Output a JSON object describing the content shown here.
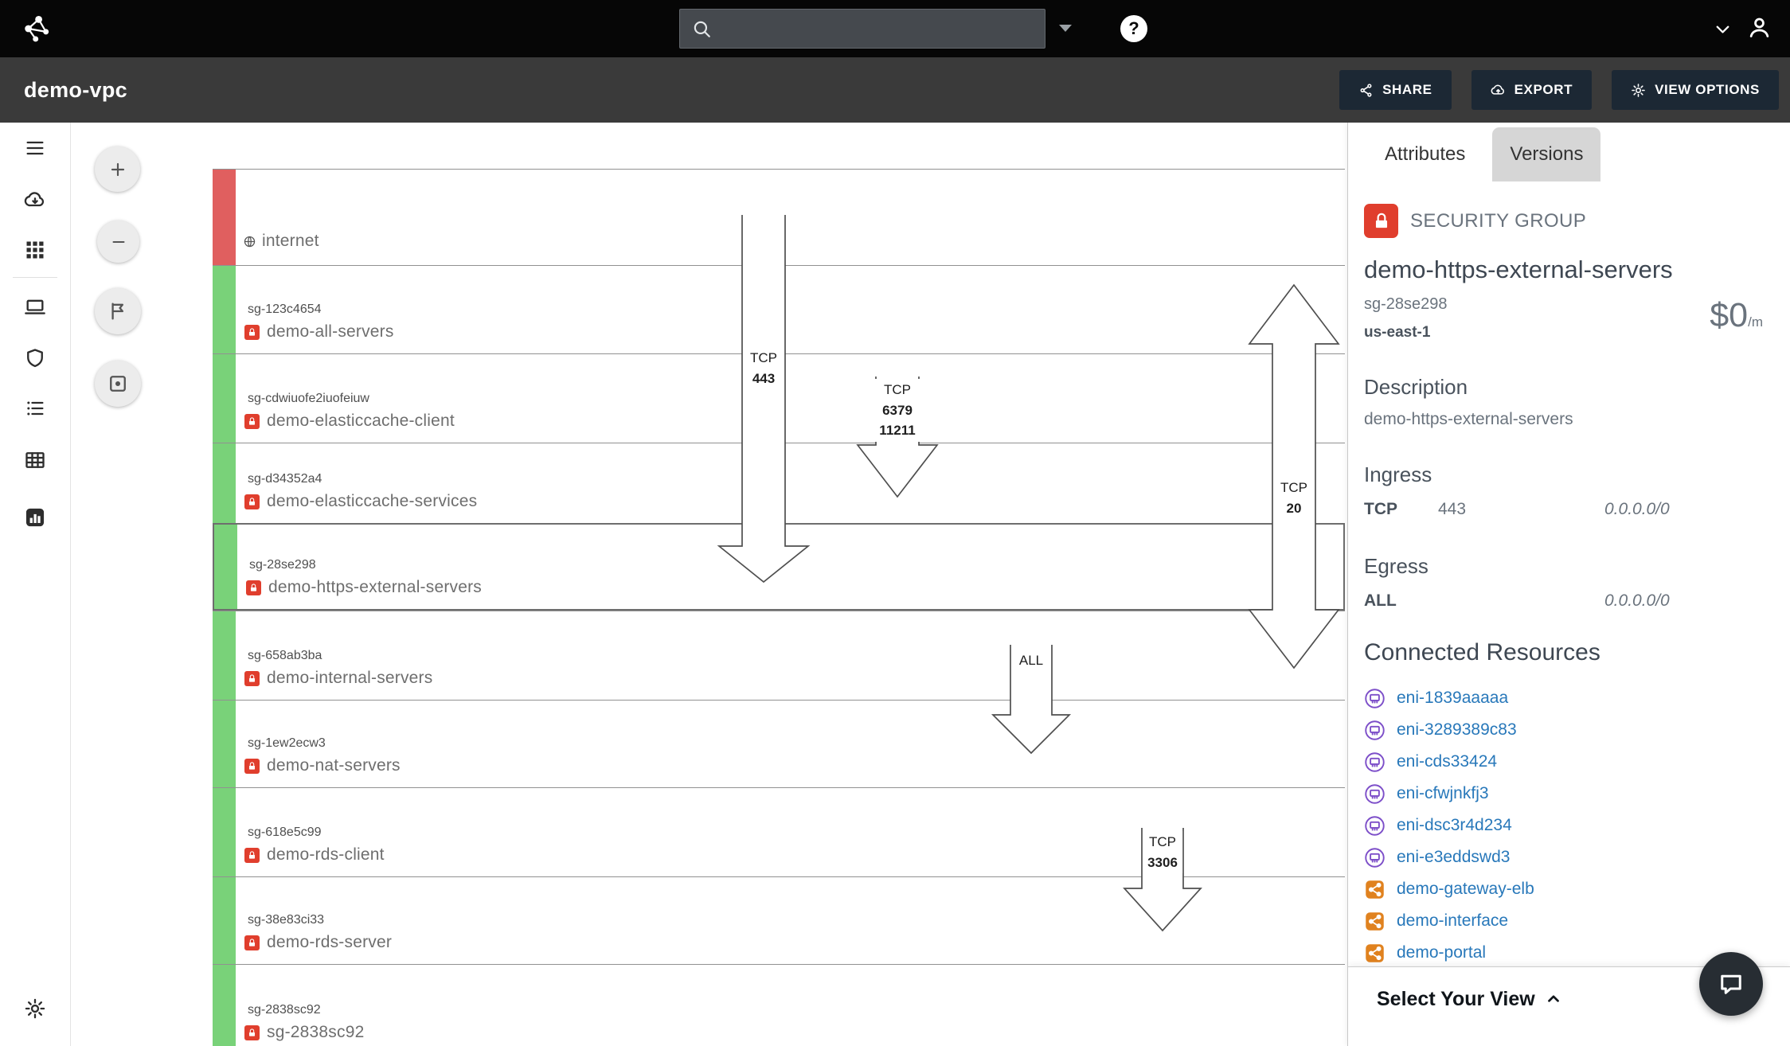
{
  "colors": {
    "row_green": "#79d279",
    "internet_red": "#e05f5f",
    "link_blue": "#2878ba",
    "sg_icon_red": "#e03e2d",
    "eni_purple": "#7d4fc9",
    "elb_orange": "#e0821f"
  },
  "topbar": {
    "search_placeholder": "",
    "help_label": "?"
  },
  "header": {
    "title": "demo-vpc",
    "buttons": [
      {
        "label": "SHARE",
        "icon": "share-icon"
      },
      {
        "label": "EXPORT",
        "icon": "export-icon"
      },
      {
        "label": "VIEW OPTIONS",
        "icon": "view-options-icon"
      }
    ]
  },
  "sidebar": {
    "items": [
      {
        "name": "menu",
        "icon": "menu-icon"
      },
      {
        "name": "cloud-sync",
        "icon": "cloud-sync-icon"
      },
      {
        "name": "environments",
        "icon": "environments-icon"
      },
      {
        "name": "compute",
        "icon": "compute-icon"
      },
      {
        "name": "security",
        "icon": "security-icon"
      },
      {
        "name": "list-view",
        "icon": "list-view-icon"
      },
      {
        "name": "table-view",
        "icon": "table-view-icon"
      },
      {
        "name": "report-view",
        "icon": "report-view-icon"
      }
    ],
    "bottom_item": {
      "name": "settings",
      "icon": "settings-icon"
    }
  },
  "zoom": {
    "items": [
      {
        "name": "zoom-in",
        "icon": "plus-icon"
      },
      {
        "name": "zoom-out",
        "icon": "minus-icon"
      },
      {
        "name": "presentation",
        "icon": "present-icon"
      },
      {
        "name": "focus",
        "icon": "focus-icon"
      }
    ]
  },
  "canvas": {
    "rows": [
      {
        "sg_id": "",
        "name": "internet",
        "kind": "internet",
        "selected": false
      },
      {
        "sg_id": "sg-123c4654",
        "name": "demo-all-servers",
        "kind": "sg",
        "selected": false
      },
      {
        "sg_id": "sg-cdwiuofe2iuofeiuw",
        "name": "demo-elasticcache-client",
        "kind": "sg",
        "selected": false
      },
      {
        "sg_id": "sg-d34352a4",
        "name": "demo-elasticcache-services",
        "kind": "sg",
        "selected": false
      },
      {
        "sg_id": "sg-28se298",
        "name": "demo-https-external-servers",
        "kind": "sg",
        "selected": true
      },
      {
        "sg_id": "sg-658ab3ba",
        "name": "demo-internal-servers",
        "kind": "sg",
        "selected": false
      },
      {
        "sg_id": "sg-1ew2ecw3",
        "name": "demo-nat-servers",
        "kind": "sg",
        "selected": false
      },
      {
        "sg_id": "sg-618e5c99",
        "name": "demo-rds-client",
        "kind": "sg",
        "selected": false
      },
      {
        "sg_id": "sg-38e83ci33",
        "name": "demo-rds-server",
        "kind": "sg",
        "selected": false
      },
      {
        "sg_id": "sg-2838sc92",
        "name": "sg-2838sc92",
        "kind": "sg",
        "selected": false
      }
    ],
    "arrows": [
      {
        "lines": [
          "TCP",
          "443"
        ],
        "direction": "down"
      },
      {
        "lines": [
          "TCP",
          "6379",
          "11211"
        ],
        "direction": "down"
      },
      {
        "lines": [
          "TCP",
          "20"
        ],
        "direction": "both"
      },
      {
        "lines": [
          "ALL"
        ],
        "direction": "down"
      },
      {
        "lines": [
          "TCP",
          "3306"
        ],
        "direction": "down"
      }
    ]
  },
  "panel": {
    "tabs": [
      {
        "label": "Attributes"
      },
      {
        "label": "Versions"
      }
    ],
    "type_label": "SECURITY GROUP",
    "title": "demo-https-external-servers",
    "resource_id": "sg-28se298",
    "price": "$0",
    "price_suffix": "/m",
    "region": "us-east-1",
    "description_heading": "Description",
    "description": "demo-https-external-servers",
    "ingress_heading": "Ingress",
    "ingress_protocol": "TCP",
    "ingress_port": "443",
    "ingress_cidr": "0.0.0.0/0",
    "egress_heading": "Egress",
    "egress_protocol": "ALL",
    "egress_cidr": "0.0.0.0/0",
    "connected_heading": "Connected Resources",
    "resources": [
      {
        "name": "eni-1839aaaaa",
        "type": "eni"
      },
      {
        "name": "eni-3289389c83",
        "type": "eni"
      },
      {
        "name": "eni-cds33424",
        "type": "eni"
      },
      {
        "name": "eni-cfwjnkfj3",
        "type": "eni"
      },
      {
        "name": "eni-dsc3r4d234",
        "type": "eni"
      },
      {
        "name": "eni-e3eddswd3",
        "type": "eni"
      },
      {
        "name": "demo-gateway-elb",
        "type": "elb"
      },
      {
        "name": "demo-interface",
        "type": "elb"
      },
      {
        "name": "demo-portal",
        "type": "elb"
      }
    ],
    "footer_label": "Select Your View"
  }
}
